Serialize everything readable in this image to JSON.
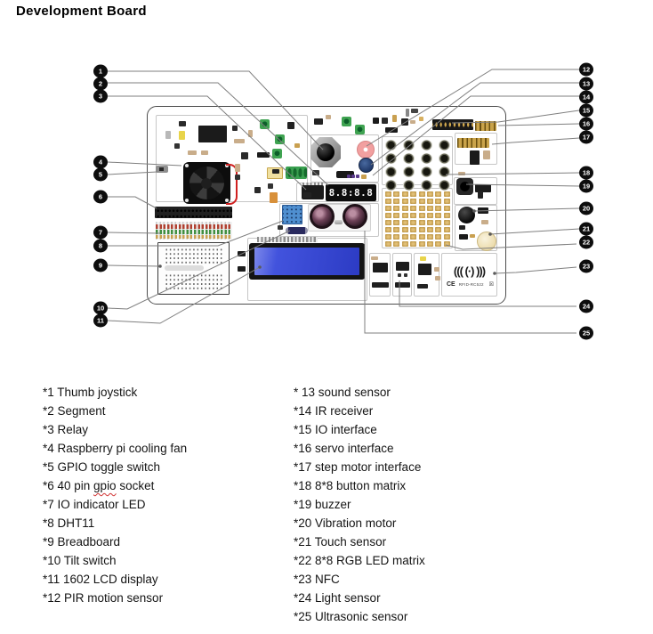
{
  "title": "Development Board",
  "board": {
    "segment_display": "8.8:8.8",
    "nfc_symbol": "((( (·) )))",
    "nfc_ce": "CE",
    "nfc_model": "RFID-RC522",
    "nfc_weee": "☒"
  },
  "callouts": {
    "left": [
      "1",
      "2",
      "3",
      "4",
      "5",
      "6",
      "7",
      "8",
      "9",
      "10",
      "11"
    ],
    "right": [
      "12",
      "13",
      "14",
      "15",
      "16",
      "17",
      "18",
      "19",
      "20",
      "21",
      "22",
      "23",
      "24",
      "25"
    ]
  },
  "legend": {
    "left": [
      "*1 Thumb joystick",
      "*2 Segment",
      "*3 Relay",
      "*4 Raspberry pi cooling fan",
      "*5 GPIO toggle switch",
      "*6 40 pin gpio socket",
      "*7 IO indicator LED",
      "*8 DHT11",
      "*9 Breadboard",
      "*10 Tilt switch",
      "*11 1602 LCD display",
      "*12 PIR motion sensor"
    ],
    "right": [
      "* 13 sound sensor",
      "*14 IR receiver",
      "*15 IO interface",
      "*16 servo interface",
      "*17 step motor interface",
      "*18 8*8 button matrix",
      "*19 buzzer",
      "*20 Vibration motor",
      "*21 Touch sensor",
      "*22 8*8 RGB LED matrix",
      "*23 NFC",
      "*24 Light sensor",
      "*25 Ultrasonic sensor"
    ],
    "misspell": {
      "column": "left",
      "index": 5,
      "word": "gpio"
    }
  }
}
